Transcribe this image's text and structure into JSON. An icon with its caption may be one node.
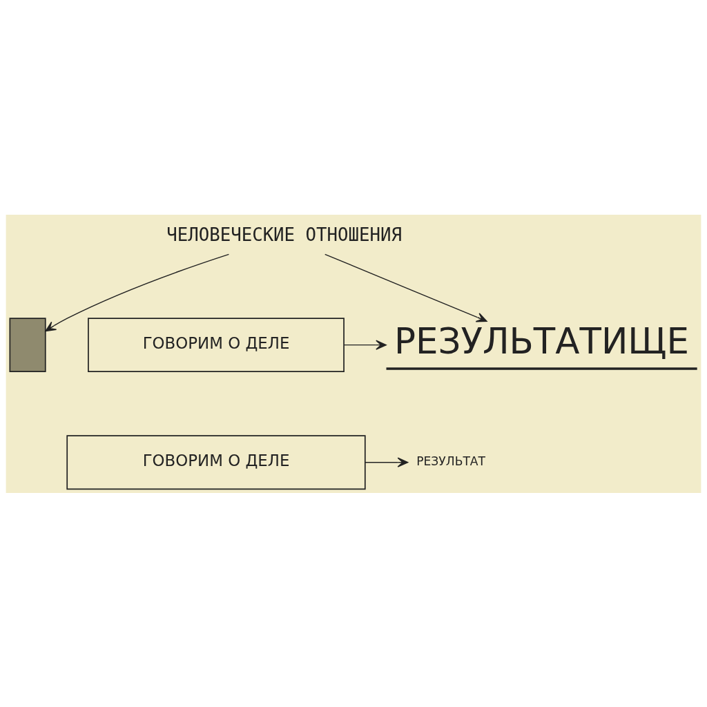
{
  "diagram": {
    "nodes": [
      {
        "text": [
          "ЧЕЛОВЕЧЕСКИЕ ОТНОШЕНИЯ"
        ]
      },
      {
        "text": [],
        "shape": "box"
      },
      {
        "text": [
          "ГОВОРИМ О ДЕЛЕ"
        ]
      },
      {
        "text": [
          "РЕЗУЛЬТАТИЩЕ"
        ]
      },
      {
        "text": [
          "ГОВОРИМ О ДЕЛЕ"
        ]
      },
      {
        "text": [
          "РЕЗУЛЬТАТ"
        ]
      }
    ],
    "edges": [
      {
        "from": 0,
        "to": 1,
        "arrow": "to"
      },
      {
        "from": 0,
        "to": 3,
        "arrow": "to"
      },
      {
        "from": 2,
        "to": 3,
        "arrow": "to"
      },
      {
        "from": 4,
        "to": 5,
        "arrow": "to"
      }
    ]
  }
}
